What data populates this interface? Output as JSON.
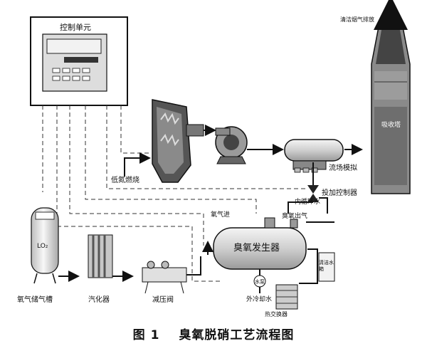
{
  "labels": {
    "control_unit": "控制单元",
    "clean_exhaust": "清洁烟气排放",
    "absorber": "吸收塔",
    "low_nox_combustion": "低氮燃烧",
    "flow_simulation": "流场模拟",
    "injection_controller": "投加控制器",
    "internal_circulation": "内循环水",
    "oxygen_in": "氧气进",
    "ozone_out": "臭氧出气",
    "ozone_generator": "臭氧发生器",
    "clean_water_tank": "清洁水箱",
    "water_pump": "水泵",
    "external_cooling": "外冷却水",
    "heat_exchanger": "热交换器",
    "tank_text": "LO₂",
    "oxygen_tank": "氧气储气槽",
    "vaporizer": "汽化器",
    "pressure_valve": "减压阀"
  },
  "caption": {
    "figure_no": "图 1",
    "title": "臭氧脱硝工艺流程图"
  },
  "colors": {
    "line": "#111111",
    "fill_light": "#e8e8e8",
    "fill_dark": "#555555"
  }
}
